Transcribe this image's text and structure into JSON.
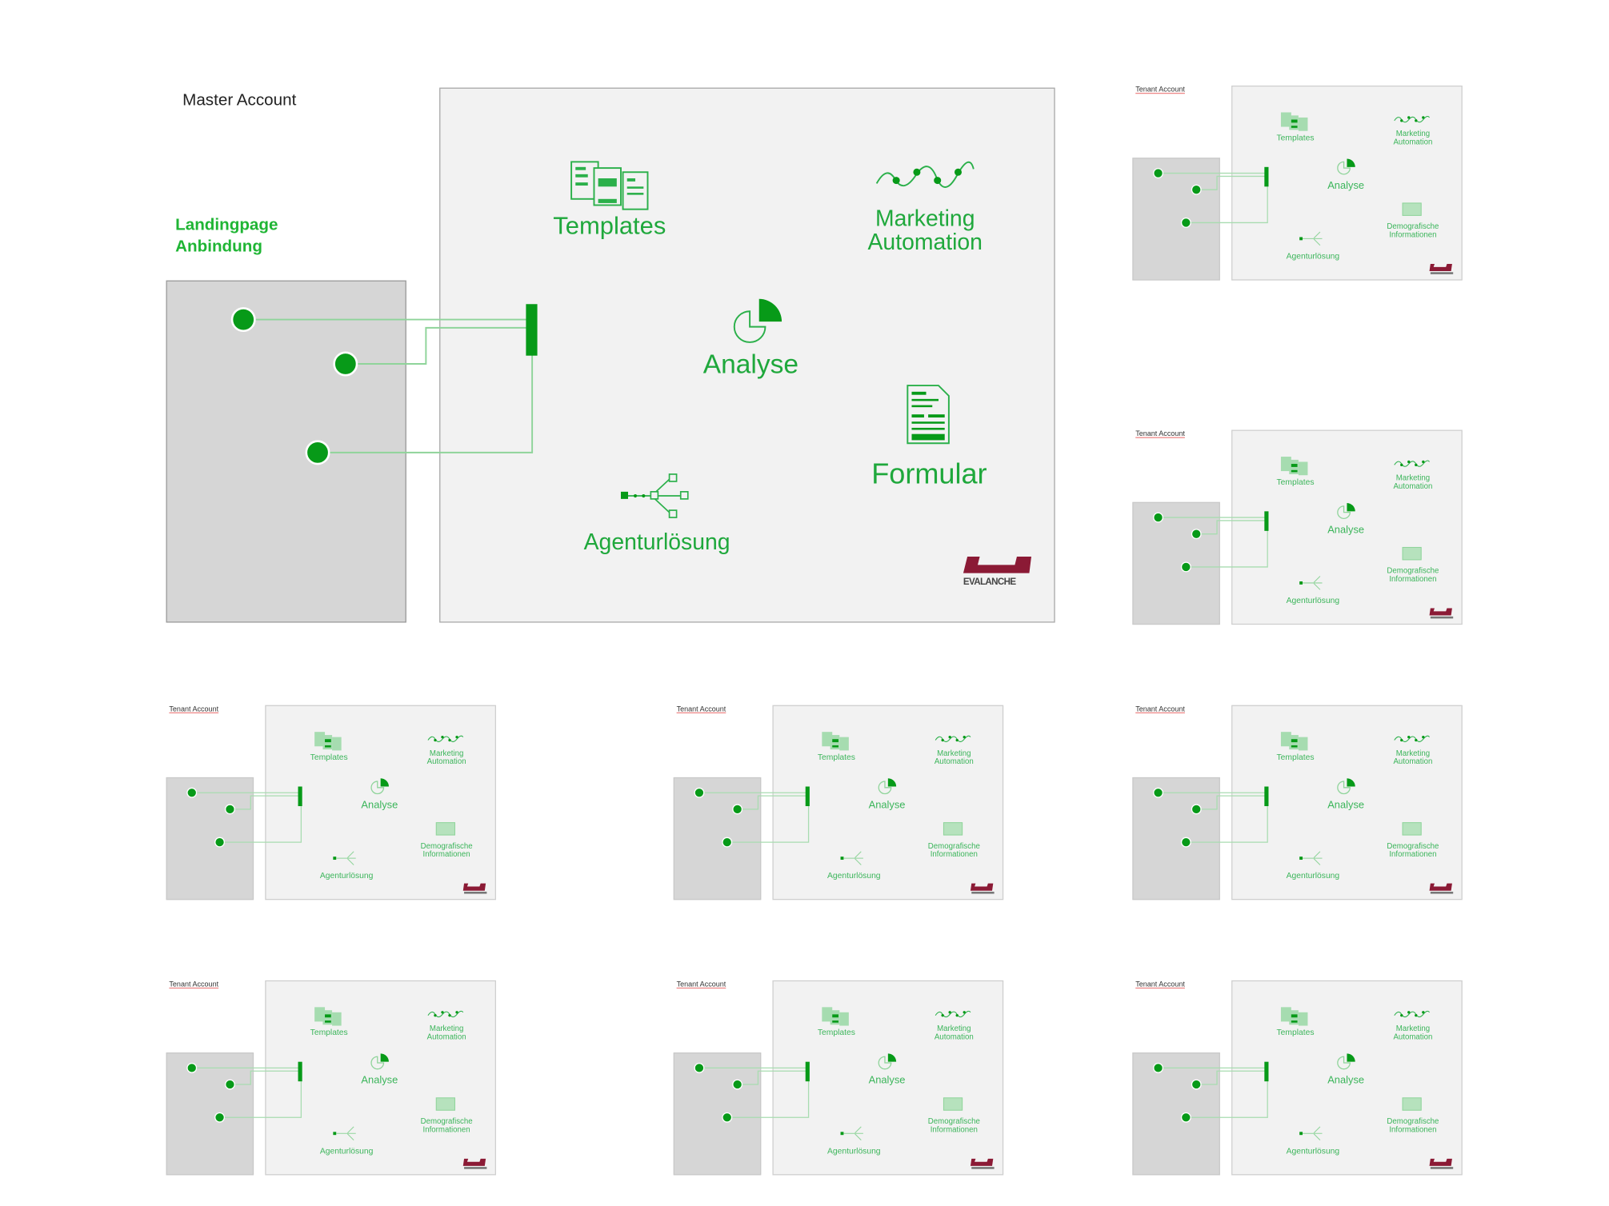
{
  "master": {
    "title": "Master Account",
    "landing_line1": "Landingpage",
    "landing_line2": "Anbindung",
    "features": {
      "templates": "Templates",
      "marketing_line1": "Marketing",
      "marketing_line2": "Automation",
      "analyse": "Analyse",
      "formular": "Formular",
      "agentur": "Agenturlösung"
    },
    "logo_text": "EVALANCHE"
  },
  "tenant_features": {
    "templates": "Templates",
    "marketing_line1": "Marketing",
    "marketing_line2": "Automation",
    "analyse": "Analyse",
    "demo_line1": "Demografische",
    "demo_line2": "Informationen",
    "agentur": "Agenturlösung"
  },
  "tenants": [
    {
      "title": "Tenant Account"
    },
    {
      "title": "Tenant Account"
    },
    {
      "title": "Tenant Account"
    },
    {
      "title": "Tenant Account"
    },
    {
      "title": "Tenant Account"
    },
    {
      "title": "Tenant Account"
    },
    {
      "title": "Tenant Account"
    },
    {
      "title": "Tenant Account"
    }
  ],
  "colors": {
    "green": "#1fa83c",
    "dot": "#079a18",
    "line": "#8fd49a",
    "logo": "#8b1a35"
  }
}
